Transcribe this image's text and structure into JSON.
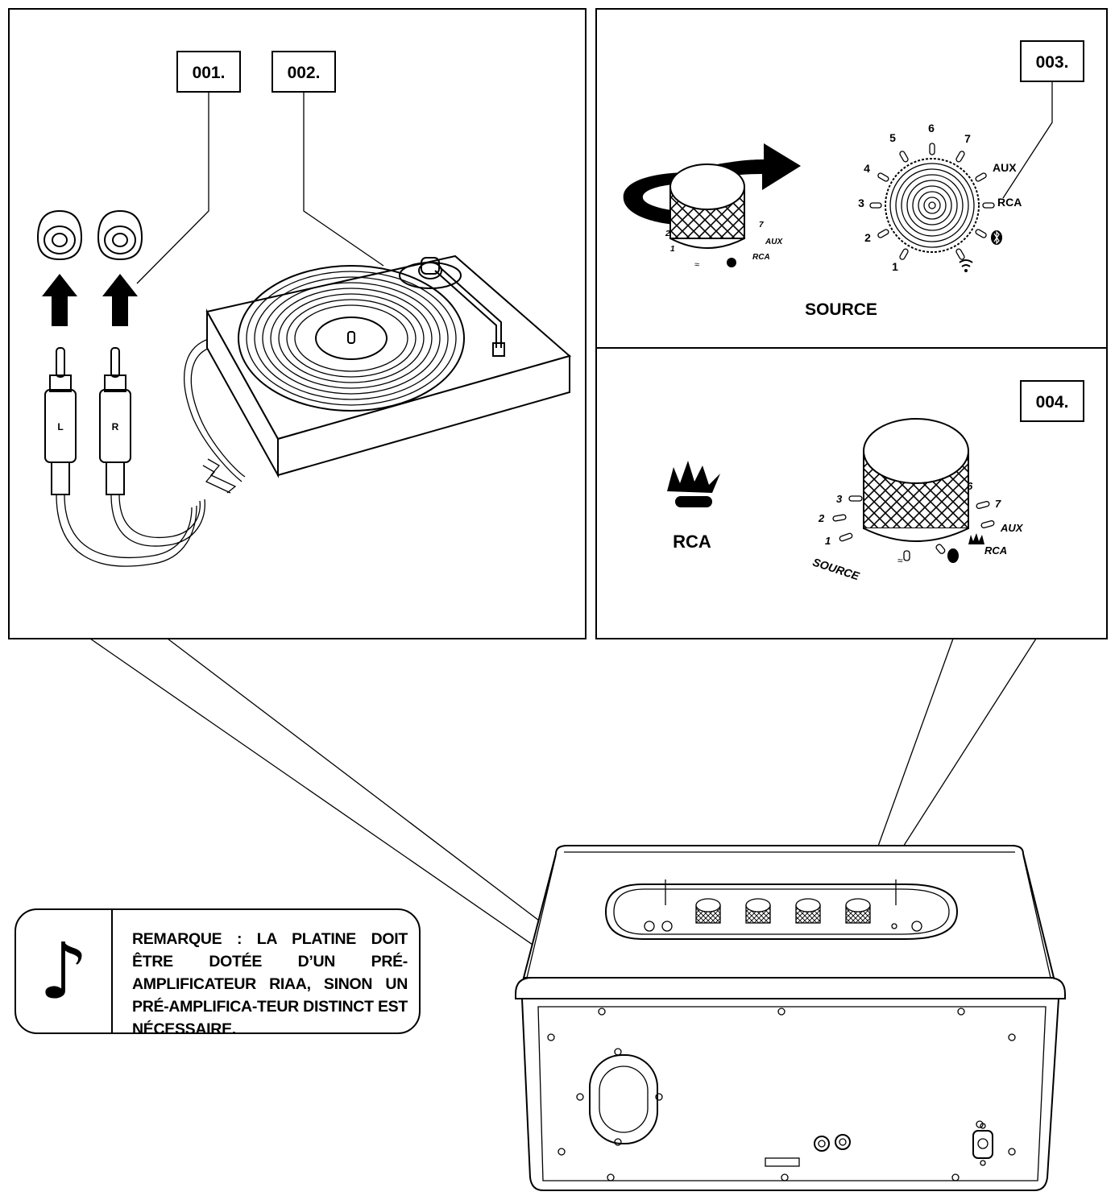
{
  "steps": {
    "s1": "001.",
    "s2": "002.",
    "s3": "003.",
    "s4": "004."
  },
  "panel1": {
    "plug_left": "L",
    "plug_right": "R"
  },
  "panel3": {
    "title": "SOURCE",
    "dial_positions": [
      "1",
      "2",
      "3",
      "4",
      "5",
      "6",
      "7",
      "AUX",
      "RCA"
    ],
    "small_dial": [
      "1",
      "2",
      "7",
      "AUX",
      "RCA"
    ]
  },
  "panel4": {
    "source_name": "RCA",
    "dial_positions": [
      "1",
      "2",
      "3",
      "6",
      "7",
      "AUX",
      "RCA"
    ],
    "ring_label": "SOURCE"
  },
  "note": {
    "icon": "music-note-icon",
    "text": "REMARQUE : LA PLATINE DOIT ÊTRE DOTÉE D’UN PRÉ-AMPLIFICATEUR RIAA, SINON UN PRÉ-AMPLIFICA-TEUR DISTINCT EST NÉCESSAIRE."
  }
}
